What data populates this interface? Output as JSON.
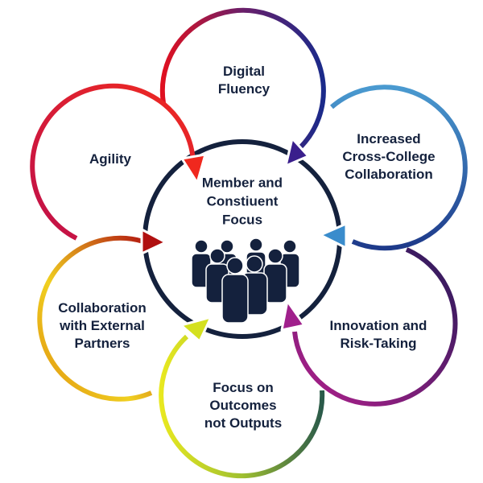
{
  "center": {
    "lines": [
      "Member and",
      "Constiuent",
      "Focus"
    ],
    "icon": "people-group-icon"
  },
  "nodes": [
    {
      "id": "digital-fluency",
      "lines": [
        "Digital",
        "Fluency"
      ],
      "color": "#3a1f8c"
    },
    {
      "id": "cross-college",
      "lines": [
        "Increased",
        "Cross-College",
        "Collaboration"
      ],
      "color": "#3a8ccc"
    },
    {
      "id": "innovation",
      "lines": [
        "Innovation and",
        "Risk-Taking"
      ],
      "color": "#a0208c"
    },
    {
      "id": "outcomes",
      "lines": [
        "Focus on",
        "Outcomes",
        "not Outputs"
      ],
      "color": "#d4e020"
    },
    {
      "id": "external",
      "lines": [
        "Collaboration",
        "with External",
        "Partners"
      ],
      "color": "#b01010"
    },
    {
      "id": "agility",
      "lines": [
        "Agility"
      ],
      "color": "#f0281e"
    }
  ],
  "colors": {
    "navy": "#14213d"
  }
}
